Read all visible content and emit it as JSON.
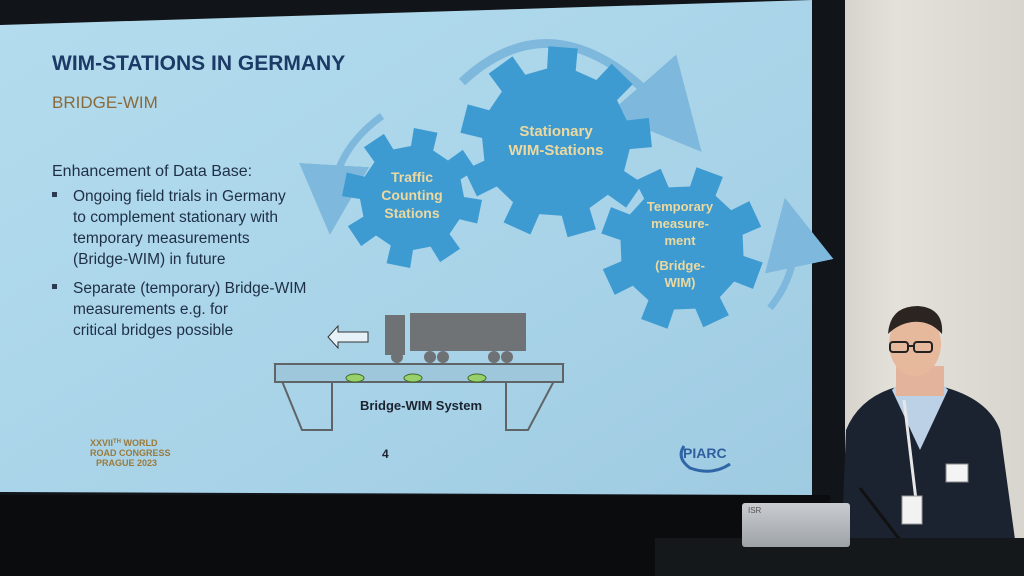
{
  "slide": {
    "title": "WIM-STATIONS IN GERMANY",
    "subtitle": "BRIDGE-WIM",
    "intro": "Enhancement of Data Base:",
    "bullets": [
      [
        "Ongoing field trials in Germany",
        "to complement stationary with",
        "temporary measurements",
        "(Bridge-WIM) in future"
      ],
      [
        "Separate (temporary) Bridge-WIM",
        "measurements e.g. for",
        "critical bridges possible"
      ]
    ],
    "gears": {
      "traffic": [
        "Traffic",
        "Counting",
        "Stations"
      ],
      "stationary": [
        "Stationary",
        "WIM-Stations"
      ],
      "temporary": [
        "Temporary",
        "measure-",
        "ment",
        "(Bridge-",
        "WIM)"
      ]
    },
    "bridge_label": "Bridge-WIM System",
    "page_number": "4",
    "congress": [
      "XXVII",
      "TH",
      " WORLD",
      "ROAD CONGRESS",
      "PRAGUE 2023"
    ],
    "logo_text": "PIARC"
  },
  "colors": {
    "slide_bg": "#a9d3e8",
    "title": "#1b3a66",
    "subtitle": "#8a6a3a",
    "gear": "#3d9bd2",
    "gear_text": "#ecd9a0",
    "bullet_text": "#1f2f45"
  },
  "scene": {
    "laptop_logo": "ISR"
  }
}
